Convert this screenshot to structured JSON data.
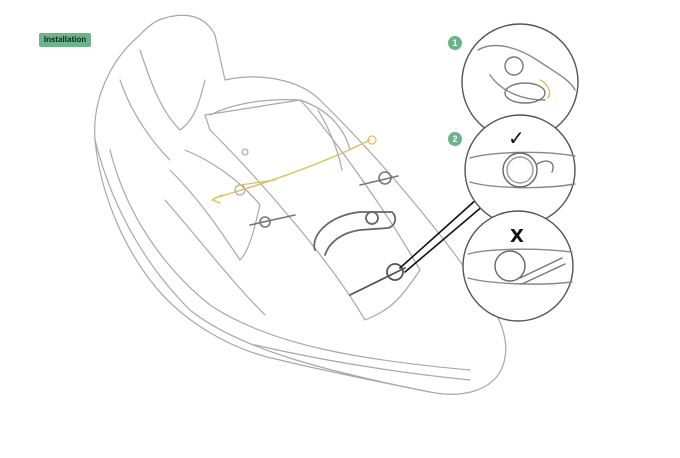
{
  "header": {
    "badge_label": "Installation"
  },
  "steps": [
    {
      "number": "1"
    },
    {
      "number": "2"
    }
  ],
  "marks": {
    "correct": "✓",
    "incorrect": "X"
  },
  "colors": {
    "badge_green": "#6bb48c",
    "line_gray": "#9a9a9a",
    "lace_yellow": "#d8c060",
    "part_dark": "#555555"
  }
}
